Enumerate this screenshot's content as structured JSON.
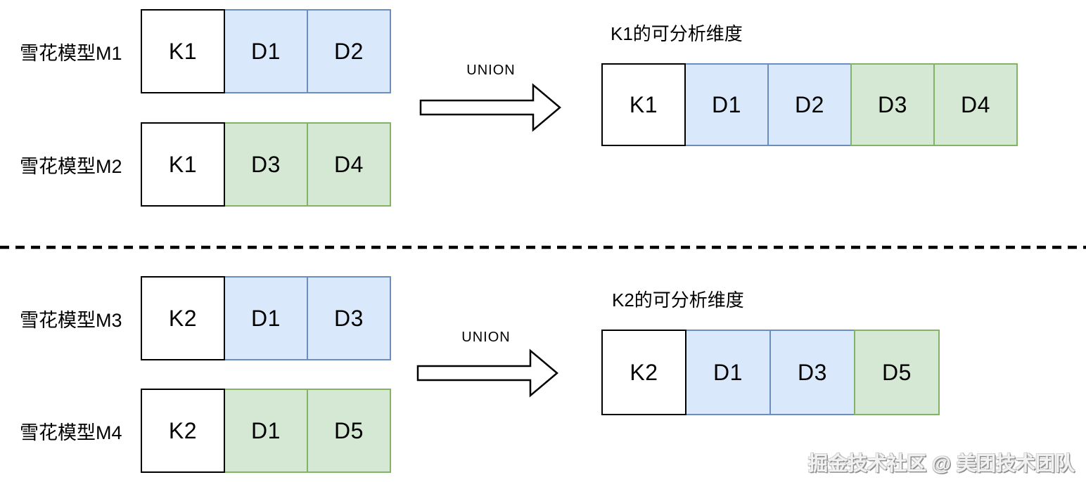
{
  "colors": {
    "blue_fill": "#dae8fc",
    "blue_border": "#6c8ebf",
    "green_fill": "#d5e8d4",
    "green_border": "#82b366",
    "key_fill": "#ffffff",
    "key_border": "#000000"
  },
  "sections": [
    {
      "models": [
        {
          "label": "雪花模型M1",
          "cells": [
            {
              "label": "K1",
              "color": "key"
            },
            {
              "label": "D1",
              "color": "blue"
            },
            {
              "label": "D2",
              "color": "blue"
            }
          ]
        },
        {
          "label": "雪花模型M2",
          "cells": [
            {
              "label": "K1",
              "color": "key"
            },
            {
              "label": "D3",
              "color": "green"
            },
            {
              "label": "D4",
              "color": "green"
            }
          ]
        }
      ],
      "union_label": "UNION",
      "result": {
        "title": "K1的可分析维度",
        "cells": [
          {
            "label": "K1",
            "color": "key"
          },
          {
            "label": "D1",
            "color": "blue"
          },
          {
            "label": "D2",
            "color": "blue"
          },
          {
            "label": "D3",
            "color": "green"
          },
          {
            "label": "D4",
            "color": "green"
          }
        ]
      }
    },
    {
      "models": [
        {
          "label": "雪花模型M3",
          "cells": [
            {
              "label": "K2",
              "color": "key"
            },
            {
              "label": "D1",
              "color": "blue"
            },
            {
              "label": "D3",
              "color": "blue"
            }
          ]
        },
        {
          "label": "雪花模型M4",
          "cells": [
            {
              "label": "K2",
              "color": "key"
            },
            {
              "label": "D1",
              "color": "green"
            },
            {
              "label": "D5",
              "color": "green"
            }
          ]
        }
      ],
      "union_label": "UNION",
      "result": {
        "title": "K2的可分析维度",
        "cells": [
          {
            "label": "K2",
            "color": "key"
          },
          {
            "label": "D1",
            "color": "blue"
          },
          {
            "label": "D3",
            "color": "blue"
          },
          {
            "label": "D5",
            "color": "green"
          }
        ]
      }
    }
  ],
  "watermark": "掘金技术社区 @ 美团技术团队"
}
